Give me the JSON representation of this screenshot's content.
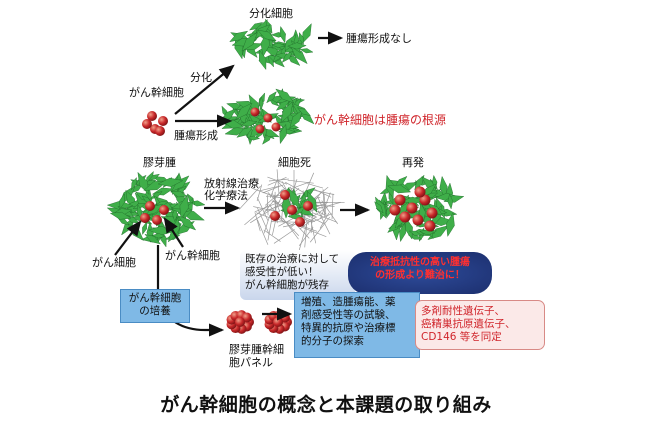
{
  "labels": {
    "differentiated_cells": "分化細胞",
    "no_tumor": "腫瘍形成なし",
    "differentiation": "分化",
    "cancer_stem_cell": "がん幹細胞",
    "tumor_formation": "腫瘍形成",
    "csc_is_root": "がん幹細胞は腫瘍の根源",
    "glioblastoma": "膠芽腫",
    "cell_death": "細胞死",
    "relapse": "再発",
    "therapy_line1": "放射線治療",
    "therapy_line2": "化学療法",
    "cancer_cell": "がん細胞",
    "cancer_stem_cell_2": "がん幹細胞",
    "panel_line1": "膠芽腫幹細",
    "panel_line2": "胞パネル"
  },
  "boxes": {
    "treatment": [
      "既存の治療に対して",
      "感受性が低い！",
      "がん幹細胞が残存"
    ],
    "relapse": [
      "治療抵抗性の高い腫瘍",
      "の形成より難治に！"
    ],
    "culture": [
      "がん幹細胞",
      "の培養"
    ],
    "assay": [
      "増殖、造腫瘍能、薬",
      "剤感受性等の試験、",
      "特異的抗原や治療標",
      "的分子の探索"
    ],
    "results": [
      "多剤耐性遺伝子、",
      "癌精巣抗原遺伝子、",
      "CD146 等を同定"
    ]
  },
  "caption": "がん幹細胞の概念と本課題の取り組み",
  "colors": {
    "cell_red": "#c9282a",
    "tissue_green": "#3fae49",
    "dead_gray": "#9a9a9a",
    "box_blue": "#7fb9e6",
    "accent_red": "#d0252b"
  }
}
